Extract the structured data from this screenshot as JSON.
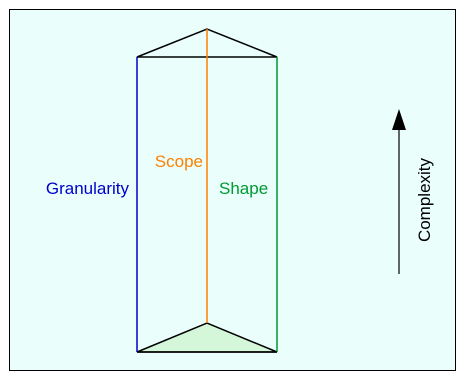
{
  "diagram": {
    "labels": {
      "granularity": "Granularity",
      "scope": "Scope",
      "shape": "Shape",
      "complexity": "Complexity"
    },
    "colors": {
      "background": "#eafffb",
      "frame": "#000000",
      "granularity": "#0000cc",
      "scope": "#ff7f00",
      "shape": "#009933",
      "base_fill": "#d4f7da",
      "edges": "#000000"
    }
  }
}
